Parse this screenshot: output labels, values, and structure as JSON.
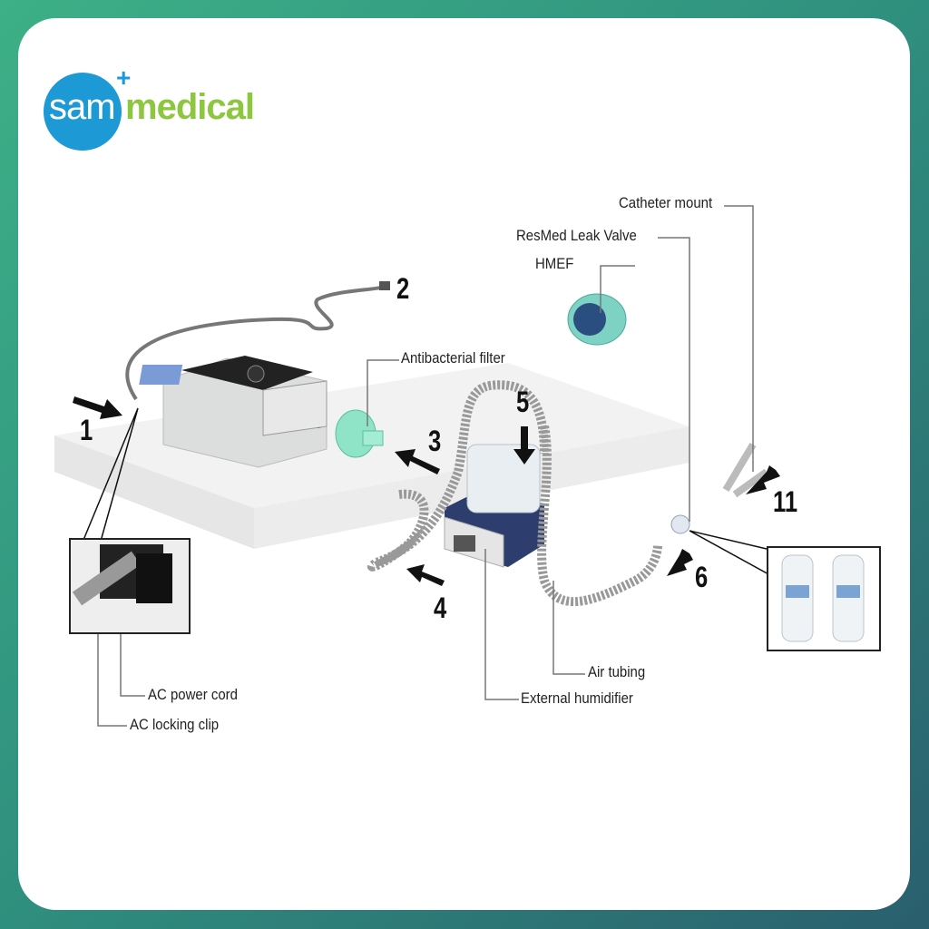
{
  "logo": {
    "part1": "sam",
    "part2": "medical",
    "plus": "+"
  },
  "labels": {
    "catheter_mount": "Catheter mount",
    "leak_valve": "ResMed Leak Valve",
    "hmef": "HMEF",
    "antibacterial_filter": "Antibacterial filter",
    "ac_power_cord": "AC power cord",
    "ac_locking_clip": "AC locking clip",
    "air_tubing": "Air tubing",
    "external_humidifier": "External humidifier"
  },
  "step_numbers": [
    "1",
    "2",
    "3",
    "4",
    "5",
    "6",
    "11"
  ],
  "colors": {
    "logo_blue": "#1d9ad6",
    "logo_green": "#8dc63f"
  }
}
